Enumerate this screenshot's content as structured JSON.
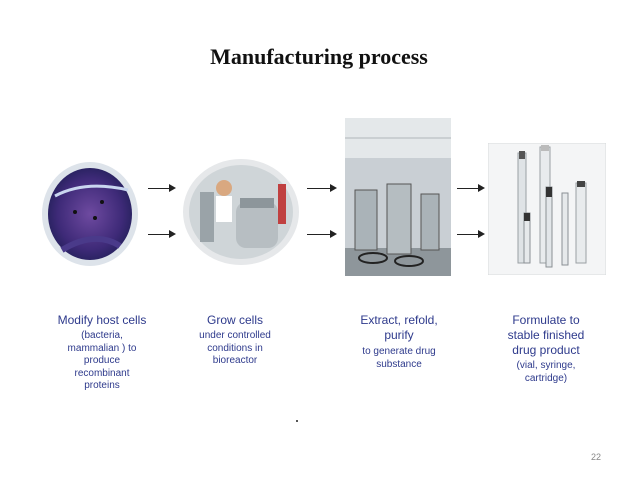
{
  "title": "Manufacturing process",
  "steps": [
    {
      "main": "Modify host cells",
      "detail": "(bacteria, mammalian ) to produce recombinant proteins"
    },
    {
      "main": "Grow cells",
      "detail": "under controlled conditions in bioreactor"
    },
    {
      "main": "Extract, refold, purify",
      "detail": "to generate drug substance"
    },
    {
      "main": "Formulate to stable finished drug product",
      "detail": "(vial, syringe, cartridge)"
    }
  ],
  "page_number": "22"
}
